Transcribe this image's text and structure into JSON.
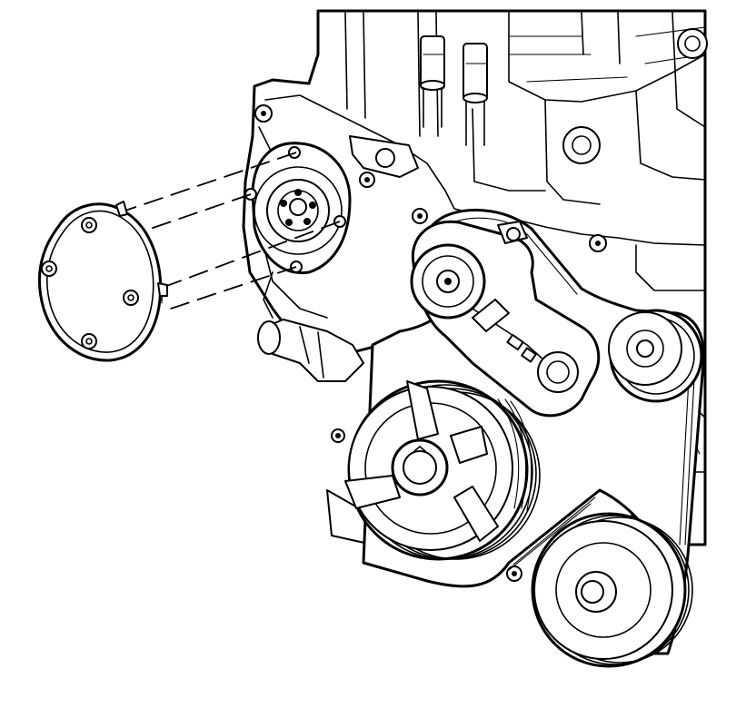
{
  "illustration": {
    "style": "black line art",
    "background_color": "#ffffff",
    "line_color": "#000000",
    "parts": [
      "engine-block",
      "ignition-coil-assembly",
      "water-pump-cover",
      "water-pump-pulley-mount",
      "belt-tensioner",
      "idler-pulley",
      "crankshaft-balancer",
      "power-steering-pulley",
      "drive-belt",
      "cover-bolts"
    ]
  }
}
